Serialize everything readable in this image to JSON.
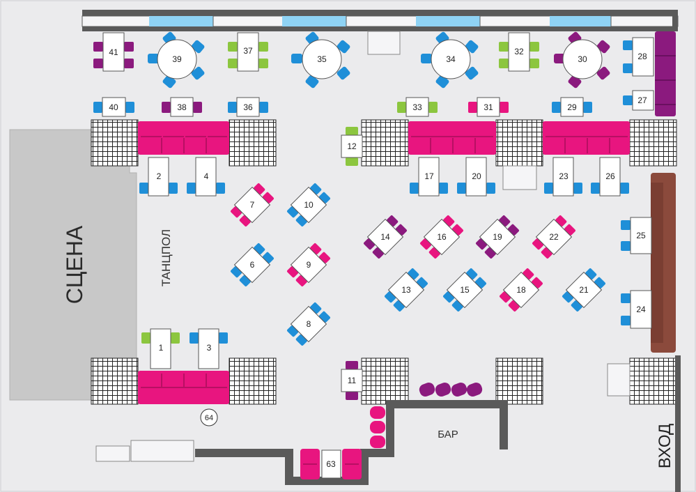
{
  "colors": {
    "blue": "#1f8fd8",
    "pink": "#e8157f",
    "purple": "#8b1a7e",
    "green": "#8cc63f",
    "wall": "#5a5a5a",
    "stage": "#c8c8c8",
    "sofa_pink": "#e8157f",
    "sofa_purple": "#8b1a7e",
    "sofa_brown": "#8b4a3c",
    "window": "#8fd3f5"
  },
  "labels": {
    "stage": "СЦЕНА",
    "dance_floor": "ТАНЦПОЛ",
    "bar": "БАР",
    "entrance": "ВХОД"
  },
  "tables": {
    "t1": "1",
    "t2": "2",
    "t3": "3",
    "t4": "4",
    "t6": "6",
    "t7": "7",
    "t8": "8",
    "t9": "9",
    "t10": "10",
    "t11": "11",
    "t12": "12",
    "t13": "13",
    "t14": "14",
    "t15": "15",
    "t16": "16",
    "t17": "17",
    "t18": "18",
    "t19": "19",
    "t20": "20",
    "t21": "21",
    "t22": "22",
    "t23": "23",
    "t24": "24",
    "t25": "25",
    "t26": "26",
    "t27": "27",
    "t28": "28",
    "t29": "29",
    "t30": "30",
    "t31": "31",
    "t33": "33",
    "t34": "34",
    "t35": "35",
    "t36": "36",
    "t37": "37",
    "t38": "38",
    "t39": "39",
    "t40": "40",
    "t41": "41",
    "t32": "32",
    "t63": "63",
    "t64": "64"
  }
}
